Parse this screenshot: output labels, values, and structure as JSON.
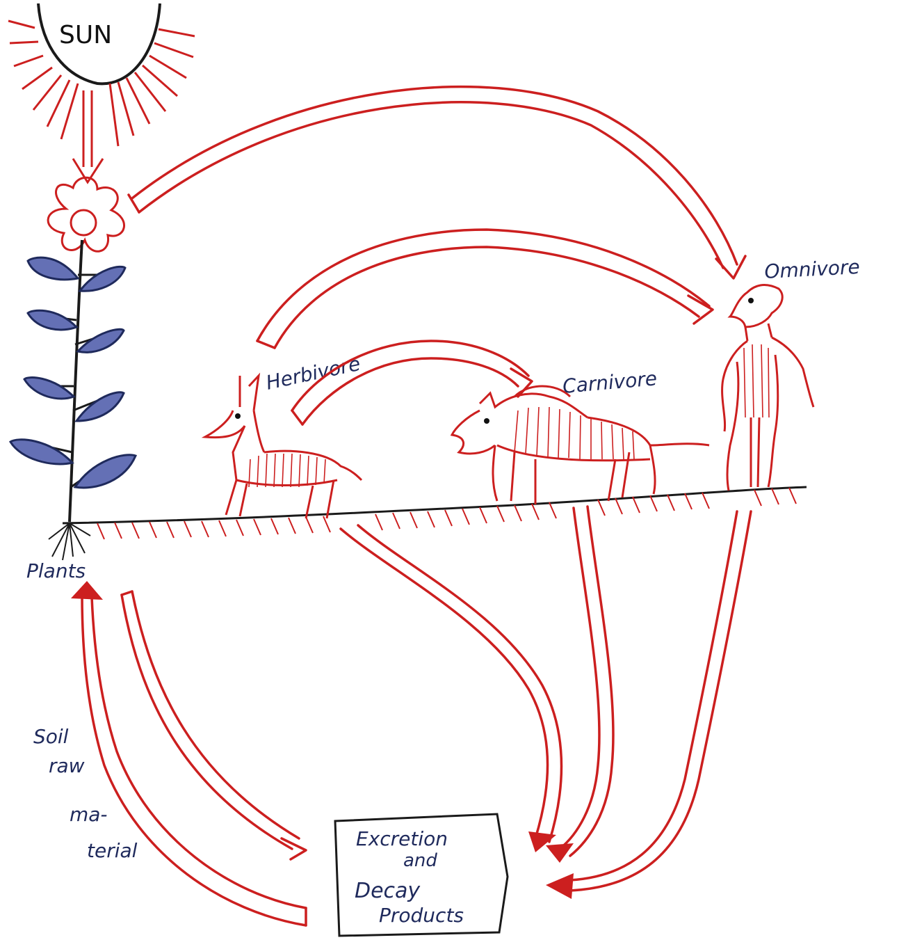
{
  "labels": {
    "sun": "SUN",
    "plants": "Plants",
    "herbivore": "Herbivore",
    "carnivore": "Carnivore",
    "omnivore": "Omnivore",
    "soil_line1": "Soil",
    "soil_line2": "raw",
    "soil_line3": "ma-",
    "soil_line4": "terial",
    "box_line1": "Excretion",
    "box_line2": "and",
    "box_line3": "Decay",
    "box_line4": "Products"
  },
  "colors": {
    "arrow": "#cc1f1f",
    "text": "#1f2a5c",
    "leaf": "#6470b5",
    "ground": "#1a1a1a"
  }
}
